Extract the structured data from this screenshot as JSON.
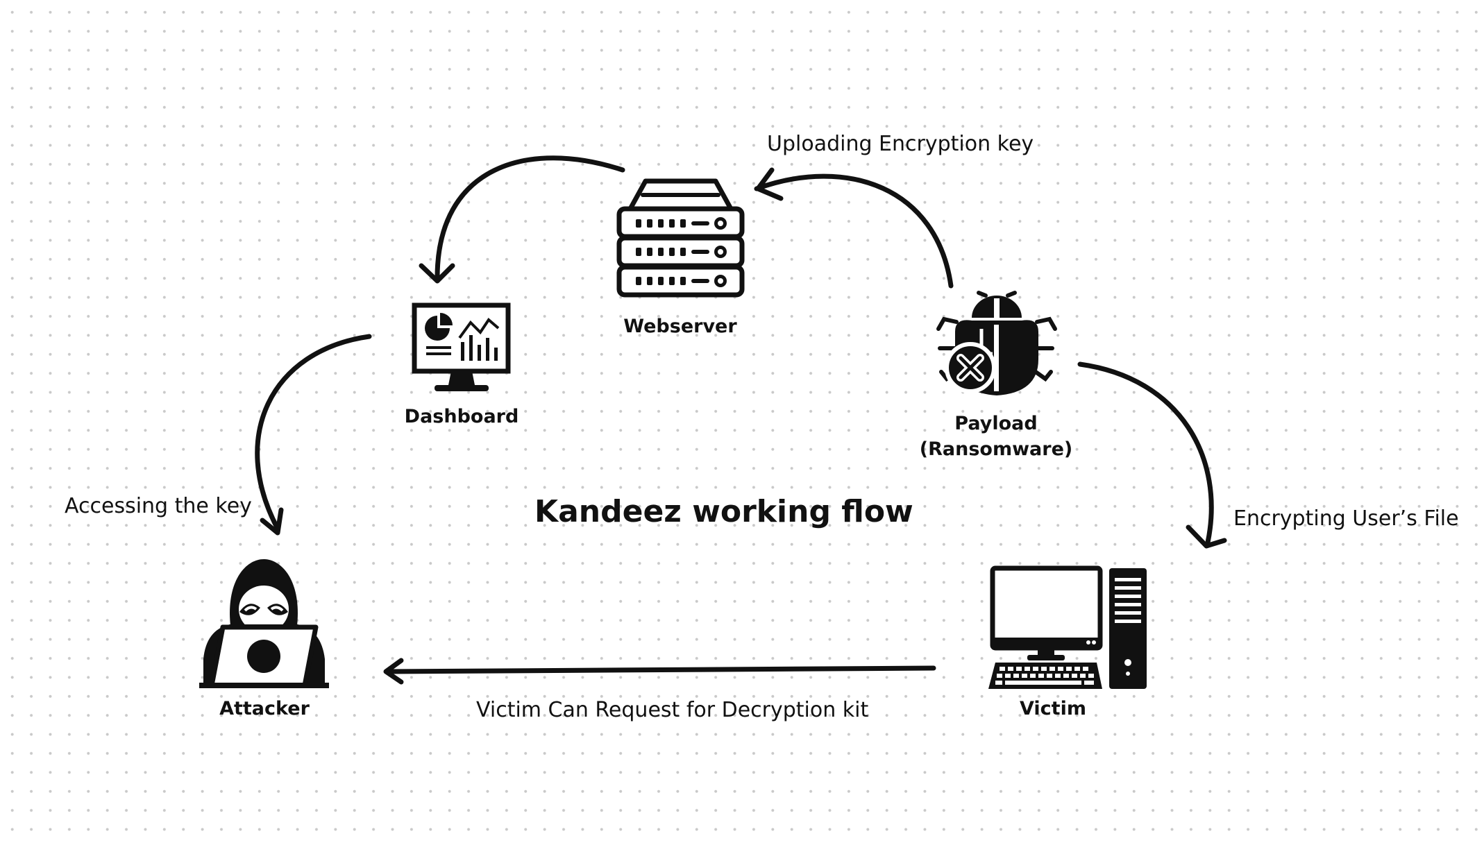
{
  "title": "Kandeez working flow",
  "nodes": {
    "webserver": {
      "label": "Webserver",
      "icon": "server-icon"
    },
    "dashboard": {
      "label": "Dashboard",
      "icon": "dashboard-monitor-icon"
    },
    "payload": {
      "label_line1": "Payload",
      "label_line2": "(Ransomware)",
      "icon": "bug-icon"
    },
    "attacker": {
      "label": "Attacker",
      "icon": "hacker-icon"
    },
    "victim": {
      "label": "Victim",
      "icon": "desktop-computer-icon"
    }
  },
  "edges": {
    "upload": "Uploading Encryption key",
    "access": "Accessing the key",
    "encrypt": "Encrypting User’s File",
    "request": "Victim Can Request for Decryption kit"
  },
  "colors": {
    "ink": "#111111",
    "background": "#ffffff",
    "dots": "#c9c9c9"
  }
}
